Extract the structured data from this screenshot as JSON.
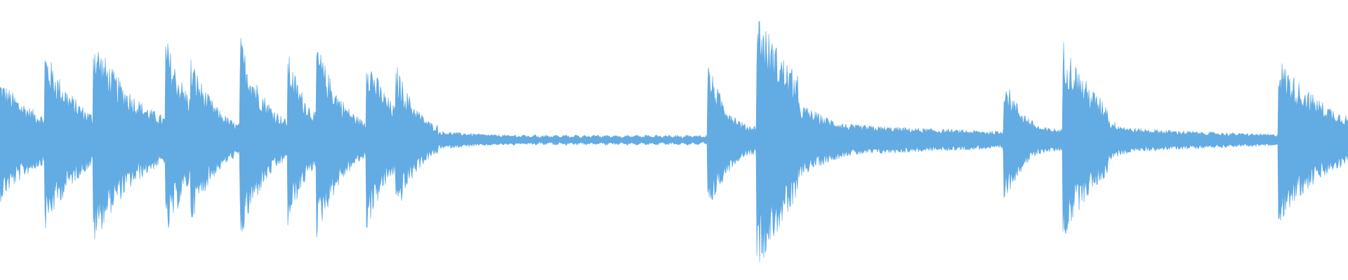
{
  "waveform": {
    "color": "#62abe3",
    "background": "#ffffff",
    "duration_fraction_hits": [
      {
        "t": 0.0,
        "amp": 0.14,
        "decay": 0.1
      },
      {
        "t": 0.0331,
        "amp": 0.21,
        "decay": 0.08
      },
      {
        "t": 0.0691,
        "amp": 0.24,
        "decay": 0.1
      },
      {
        "t": 0.1226,
        "amp": 0.24,
        "decay": 0.06
      },
      {
        "t": 0.1415,
        "amp": 0.19,
        "decay": 0.06
      },
      {
        "t": 0.1778,
        "amp": 0.24,
        "decay": 0.06
      },
      {
        "t": 0.2135,
        "amp": 0.2,
        "decay": 0.05
      },
      {
        "t": 0.2346,
        "amp": 0.23,
        "decay": 0.06
      },
      {
        "t": 0.2716,
        "amp": 0.21,
        "decay": 0.06
      },
      {
        "t": 0.2933,
        "amp": 0.18,
        "decay": 0.05
      },
      {
        "t": 0.5247,
        "amp": 0.18,
        "decay": 0.05
      },
      {
        "t": 0.5612,
        "amp": 0.3,
        "decay": 0.12
      },
      {
        "t": 0.7443,
        "amp": 0.15,
        "decay": 0.05
      },
      {
        "t": 0.7885,
        "amp": 0.23,
        "decay": 0.09
      },
      {
        "t": 0.948,
        "amp": 0.19,
        "decay": 0.12
      }
    ],
    "ripple_segments": [
      {
        "start": 0.325,
        "end": 0.524,
        "amp": 0.012
      },
      {
        "start": 0.592,
        "end": 0.744,
        "amp": 0.012
      },
      {
        "start": 0.822,
        "end": 0.948,
        "amp": 0.012
      }
    ]
  }
}
